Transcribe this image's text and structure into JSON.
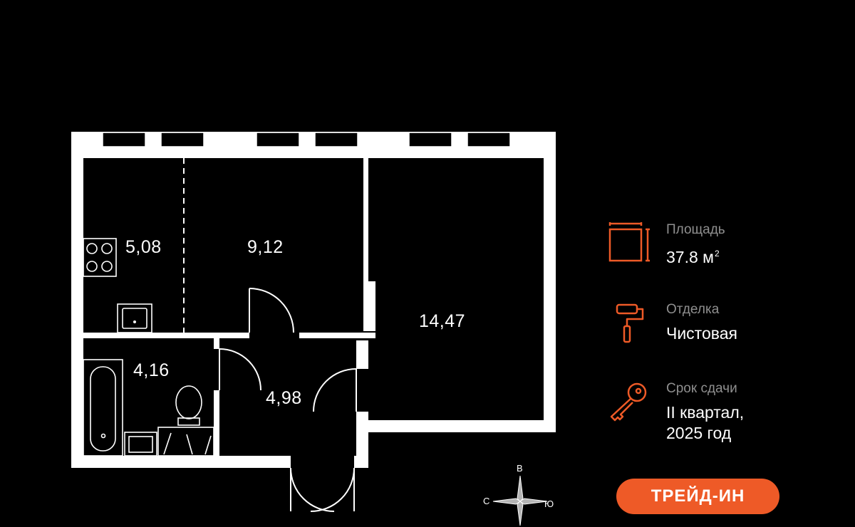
{
  "plan": {
    "rooms": [
      {
        "id": "kitchen",
        "area": "5,08"
      },
      {
        "id": "living",
        "area": "9,12"
      },
      {
        "id": "bedroom",
        "area": "14,47"
      },
      {
        "id": "bathroom",
        "area": "4,16"
      },
      {
        "id": "hallway",
        "area": "4,98"
      }
    ]
  },
  "info": {
    "area": {
      "label": "Площадь",
      "value": "37.8 м",
      "unit_sup": "2",
      "icon": "area-frame-icon"
    },
    "finish": {
      "label": "Отделка",
      "value": "Чистовая",
      "icon": "paint-roller-icon"
    },
    "delivery": {
      "label": "Срок сдачи",
      "line1": "II квартал,",
      "line2": "2025 год",
      "icon": "key-icon"
    }
  },
  "compass": {
    "north": "В",
    "west": "С",
    "east": "Ю"
  },
  "actions": {
    "trade_in_label": "ТРЕЙД-ИН"
  },
  "colors": {
    "accent": "#ee5a27",
    "background": "#000000",
    "muted": "#8f8f8f"
  }
}
